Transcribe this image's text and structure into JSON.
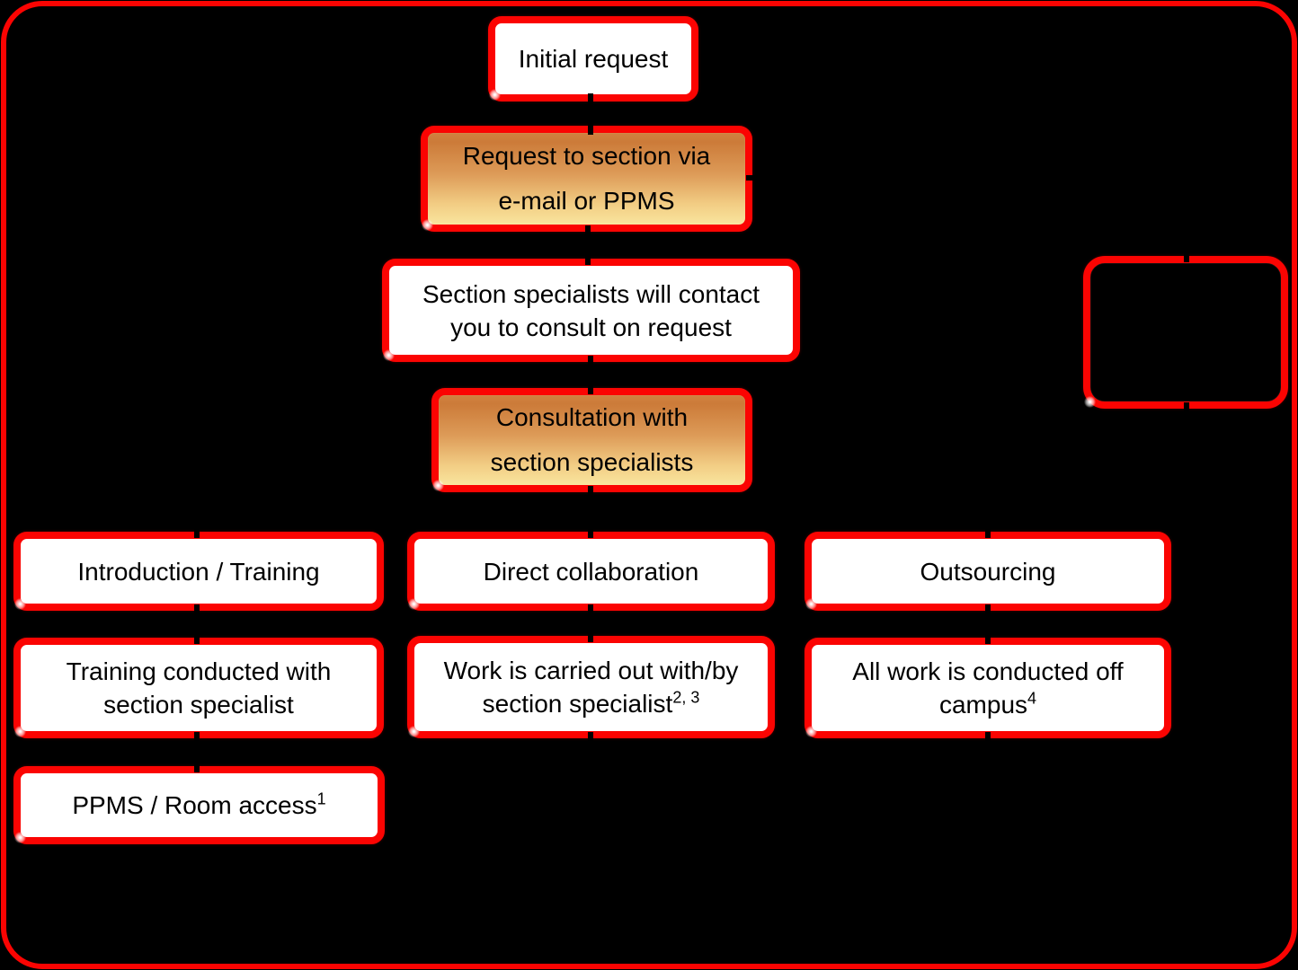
{
  "diagram": {
    "background": "#000000",
    "frame_border_color": "#fb0402",
    "node_border_color": "#fb0402",
    "node_fill": "#ffffff",
    "accent_fill_top": "#cc7b39",
    "accent_fill_bottom": "#f9e59e",
    "text_color": "#000000"
  },
  "nodes": {
    "initial": {
      "lines": [
        "Initial request"
      ]
    },
    "request": {
      "lines": [
        "Request to section via",
        "e-mail or PPMS"
      ]
    },
    "contact": {
      "lines": [
        "Section specialists will contact",
        "you to consult on request"
      ]
    },
    "consult": {
      "lines": [
        "Consultation with",
        "section specialists"
      ]
    },
    "intro": {
      "lines": [
        "Introduction / Training"
      ]
    },
    "collab": {
      "lines": [
        "Direct collaboration"
      ]
    },
    "outsource": {
      "lines": [
        "Outsourcing"
      ]
    },
    "training": {
      "lines": [
        "Training conducted with",
        "section specialist"
      ]
    },
    "work": {
      "lines": [
        "Work is carried out with/by",
        "section specialist"
      ],
      "sup": "2, 3"
    },
    "offcampus": {
      "lines": [
        "All work is conducted off",
        "campus"
      ],
      "sup": "4"
    },
    "ppms": {
      "lines": [
        "PPMS / Room access"
      ],
      "sup": "1"
    },
    "empty": {
      "lines": []
    }
  },
  "edges": [
    {
      "from": "initial",
      "to": "request"
    },
    {
      "from": "request",
      "to": "contact"
    },
    {
      "from": "contact",
      "to": "consult"
    },
    {
      "from": "consult",
      "to": "intro"
    },
    {
      "from": "consult",
      "to": "collab"
    },
    {
      "from": "consult",
      "to": "outsource"
    },
    {
      "from": "intro",
      "to": "training"
    },
    {
      "from": "collab",
      "to": "work"
    },
    {
      "from": "outsource",
      "to": "offcampus"
    },
    {
      "from": "training",
      "to": "ppms"
    },
    {
      "from": "request",
      "to": "empty"
    }
  ]
}
